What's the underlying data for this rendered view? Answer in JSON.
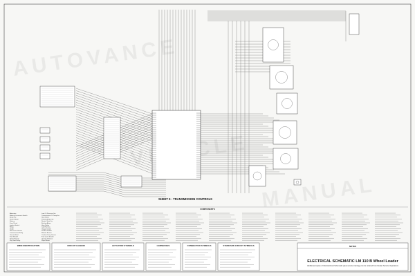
{
  "schematic": {
    "sheet_label": "SHEET 5 - TRANSMISSION CONTROLS",
    "components_header": "COMPONENTS",
    "title_block": {
      "title": "ELECTRICAL SCHEMATIC LM 110 B Wheel Loader",
      "subtitle": "Additional copies of this Electrical Schematic (plus service training) can be ordered from Dealer Service Operations",
      "notes_header": "NOTES"
    },
    "legend_boxes": [
      {
        "title": "WIRE IDENTIFICATION"
      },
      {
        "title": "CIRCUIT LEGEND"
      },
      {
        "title": "ACTUATOR SYMBOLS"
      },
      {
        "title": "HARNESSES"
      },
      {
        "title": "CONNECTOR SYMBOLS"
      },
      {
        "title": "STANDARD CIRCUIT SYMBOLS"
      }
    ],
    "component_column_1": [
      "Alternator",
      "Battery Disconnect Switch",
      "Brake Sw",
      "Starter Motor",
      "Battery",
      "Fuse Panel",
      "Ignition Switch",
      "Relay",
      "Diode",
      "Shift Lever Sensor",
      "Transmission Relay",
      "Ground Stud",
      "Fuel Shutoff",
      "Speed Sensor",
      "Key Start Relay"
    ],
    "component_column_2": [
      "Low Oil Pressure Sw",
      "Transmission Oil Temp Sw",
      "Hour Meter",
      "Parking Brake Sw",
      "Neutral Start Sw",
      "Backup Alarm",
      "Horn Relay",
      "Cab Harness",
      "Gauge Cluster",
      "Sender Module",
      "Monitor Buzzer",
      "Coolant Temp Sensor",
      "Fuel Level Sender",
      "Charge Indicator",
      "Wiper Motor"
    ]
  }
}
